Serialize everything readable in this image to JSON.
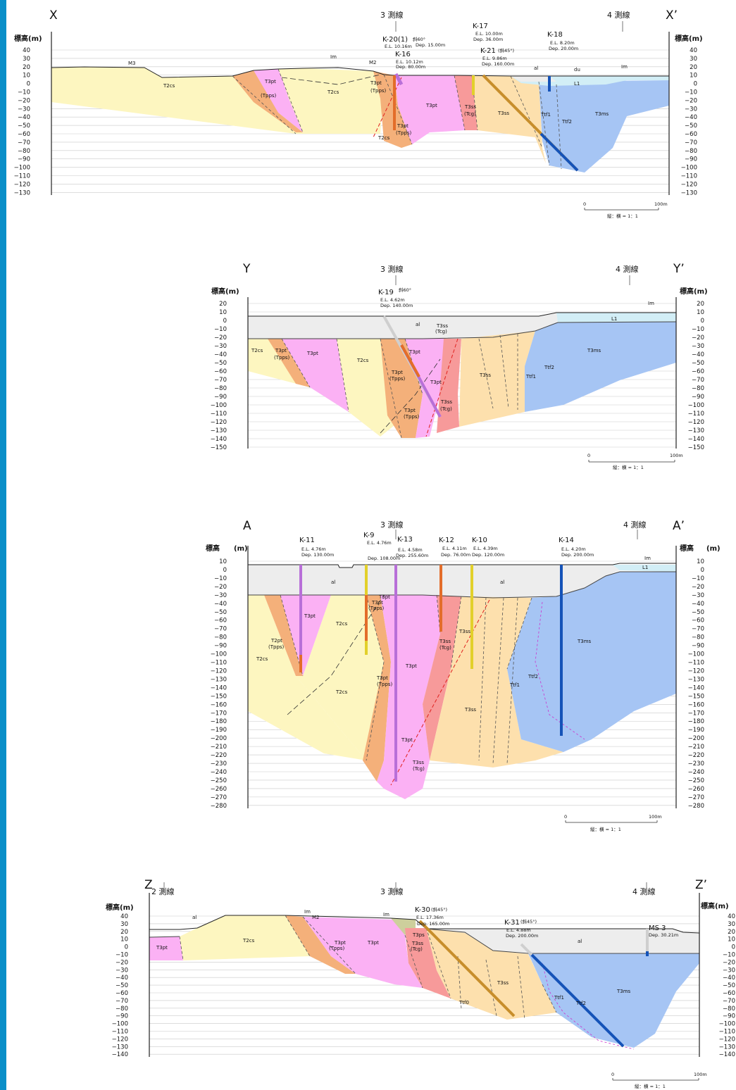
{
  "colors": {
    "T2cs": "#fdf6c0",
    "T3pt": "#fbb1f4",
    "Tpps": "#f4b07a",
    "T3ss": "#fde0ad",
    "Tcg": "#f79a9a",
    "T3ms": "#a6c5f4",
    "al": "#ededed",
    "Lm": "#d2eef6",
    "T3ps": "#cdcf9c",
    "accent": "#0a8fc9"
  },
  "sections": [
    {
      "id": "X",
      "left": "X",
      "right": "X’",
      "axis_label": "標高(m)",
      "line3": "3 測線",
      "line4": "4 測線",
      "ticks": [
        "40",
        "30",
        "20",
        "10",
        "0",
        "−10",
        "−20",
        "−30",
        "−40",
        "−50",
        "−60",
        "−70",
        "−80",
        "−90",
        "−100",
        "−110",
        "−120",
        "−130"
      ],
      "scale": {
        "zero": "0",
        "end": "100m",
        "ratio": "縦：横 = 1：1"
      },
      "boreholes": [
        {
          "name": "K-20(1)",
          "angle": "斜60°",
          "el": "E.L. 10.16m",
          "dep": "Dep. 15.00m"
        },
        {
          "name": "K-16",
          "el": "E.L. 10.12m",
          "dep": "Dep. 80.00m"
        },
        {
          "name": "K-17",
          "el": "E.L. 10.00m",
          "dep": "Dep. 36.00m"
        },
        {
          "name": "K-21",
          "angle": "(斜45°)",
          "el": "E.L. 9.86m",
          "dep": "Dep. 160.00m"
        },
        {
          "name": "K-18",
          "el": "E.L. 8.20m",
          "dep": "Dep. 20.00m"
        }
      ],
      "units": [
        "M3",
        "Im",
        "M2",
        "T2cs",
        "T2cs",
        "T3pt",
        "(Tpps)",
        "T3pt",
        "(Tpps)",
        "T3pt",
        "T3pt",
        "(Tpps)",
        "T2cs",
        "T3ss",
        "(Tcg)",
        "T3ss",
        "al",
        "du",
        "Im",
        "L1",
        "Ttf1",
        "Ttf2",
        "T3ms"
      ]
    },
    {
      "id": "Y",
      "left": "Y",
      "right": "Y’",
      "axis_label": "標高(m)",
      "line3": "3 測線",
      "line4": "4 測線",
      "ticks": [
        "20",
        "10",
        "0",
        "−10",
        "−20",
        "−30",
        "−40",
        "−50",
        "−60",
        "−70",
        "−80",
        "−90",
        "−100",
        "−110",
        "−120",
        "−130",
        "−140",
        "−150"
      ],
      "scale": {
        "zero": "0",
        "end": "100m",
        "ratio": "縦：横 = 1：1"
      },
      "boreholes": [
        {
          "name": "K-19",
          "angle": "斜60°",
          "el": "E.L. 4.62m",
          "dep": "Dep. 140.00m"
        }
      ],
      "units": [
        "al",
        "T3ss",
        "(Tcg)",
        "Im",
        "L1",
        "T2cs",
        "T3pt",
        "(Tpps)",
        "T3pt",
        "T2cs",
        "T3pt",
        "T3pt",
        "(Tpps)",
        "T3pt",
        "T3pt",
        "(Tpps)",
        "T3ss",
        "(Tcg)",
        "T3ss",
        "Ttf1",
        "Ttf2",
        "T3ms"
      ]
    },
    {
      "id": "A",
      "left": "A",
      "right": "A’",
      "axis_label": "標高",
      "axis_unit": "(m)",
      "line3": "3 測線",
      "line4": "4 測線",
      "ticks": [
        "10",
        "0",
        "−10",
        "−20",
        "−30",
        "−40",
        "−50",
        "−60",
        "−70",
        "−80",
        "−90",
        "−100",
        "−110",
        "−120",
        "−130",
        "−140",
        "−150",
        "−160",
        "−170",
        "−180",
        "−190",
        "−200",
        "−210",
        "−220",
        "−230",
        "−240",
        "−250",
        "−260",
        "−270",
        "−280"
      ],
      "scale": {
        "zero": "0",
        "end": "100m",
        "ratio": "縦：横 = 1：1"
      },
      "boreholes": [
        {
          "name": "K-11",
          "el": "E.L. 4.76m",
          "dep": "Dep. 130.00m"
        },
        {
          "name": "K-9",
          "el": "E.L. 4.76m",
          "dep": "Dep. 108.00m"
        },
        {
          "name": "K-13",
          "el": "E.L. 4.58m",
          "dep": "Dep. 255.60m"
        },
        {
          "name": "K-12",
          "el": "E.L. 4.11m",
          "dep": "Dep. 76.00m"
        },
        {
          "name": "K-10",
          "el": "E.L. 4.39m",
          "dep": "Dep. 120.00m"
        },
        {
          "name": "K-14",
          "el": "E.L. 4.20m",
          "dep": "Dep. 200.00m"
        }
      ],
      "units": [
        "al",
        "al",
        "Im",
        "L1",
        "T3pt",
        "T2pt",
        "(Tpps)",
        "T2cs",
        "T2cs",
        "T3pt",
        "T3pt",
        "(Tpps)",
        "T3pt",
        "T3pt",
        "(Tpps)",
        "T2cs",
        "T3pt",
        "T3ss",
        "(Tcg)",
        "T3ss",
        "T3ss",
        "(Tcg)",
        "T3ss",
        "Ttf1",
        "Ttf2",
        "T3ms"
      ]
    },
    {
      "id": "Z",
      "left": "Z",
      "right": "Z’",
      "axis_label": "標高(m)",
      "line2": "2 測線",
      "line3": "3 測線",
      "line4": "4 測線",
      "ticks": [
        "40",
        "30",
        "20",
        "10",
        "0",
        "−10",
        "−20",
        "−30",
        "−40",
        "−50",
        "−60",
        "−70",
        "−80",
        "−90",
        "−100",
        "−110",
        "−120",
        "−130",
        "−140"
      ],
      "scale": {
        "zero": "0",
        "end": "100m",
        "ratio": "縦：横 = 1：1"
      },
      "boreholes": [
        {
          "name": "K-30",
          "angle": "(斜45°)",
          "el": "E.L. 17.36m",
          "dep": "Dep. 165.00m"
        },
        {
          "name": "K-31",
          "angle": "(斜45°)",
          "el": "E.L. 4.88m",
          "dep": "Dep. 200.00m"
        },
        {
          "name": "MS 3",
          "dep": "Dep. 30.21m"
        }
      ],
      "units": [
        "al",
        "Im",
        "M2",
        "Im",
        "T3pt",
        "T2cs",
        "T3pt",
        "(Tpps)",
        "T3pt",
        "T3ps",
        "T3ss",
        "(Tcg)",
        "T3ss",
        "Ttf0",
        "al",
        "Ttf1",
        "Ttf2",
        "T3ms"
      ]
    }
  ]
}
